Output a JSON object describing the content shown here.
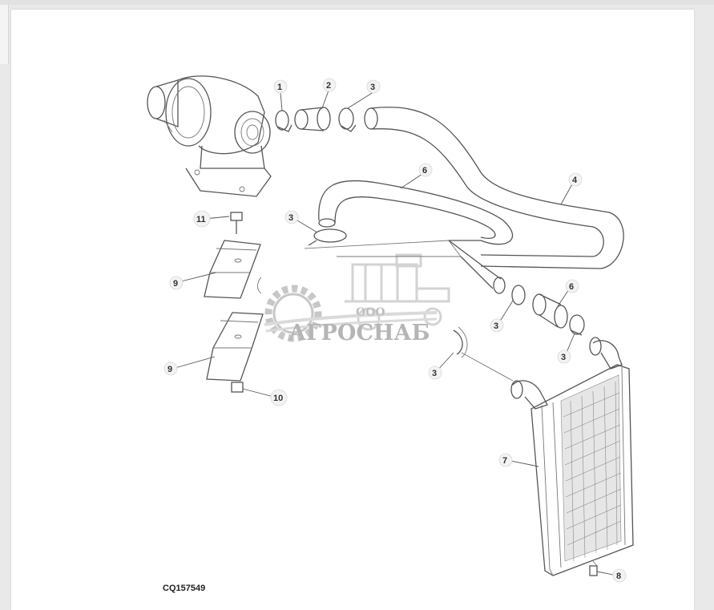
{
  "diagram": {
    "drawing_code": "CQ157549",
    "watermark": {
      "prefix": "ООО",
      "brand": "АГРОСНАБ"
    },
    "callouts": [
      {
        "id": "c1",
        "text": "1"
      },
      {
        "id": "c2",
        "text": "2"
      },
      {
        "id": "c3a",
        "text": "3"
      },
      {
        "id": "c4",
        "text": "4"
      },
      {
        "id": "c6a",
        "text": "6"
      },
      {
        "id": "c3b",
        "text": "3"
      },
      {
        "id": "c11",
        "text": "11"
      },
      {
        "id": "c9a",
        "text": "9"
      },
      {
        "id": "c9b",
        "text": "9"
      },
      {
        "id": "c10",
        "text": "10"
      },
      {
        "id": "c3c",
        "text": "3"
      },
      {
        "id": "c6b",
        "text": "6"
      },
      {
        "id": "c3d",
        "text": "3"
      },
      {
        "id": "c3e",
        "text": "3"
      },
      {
        "id": "c7",
        "text": "7"
      },
      {
        "id": "c8",
        "text": "8"
      }
    ]
  }
}
